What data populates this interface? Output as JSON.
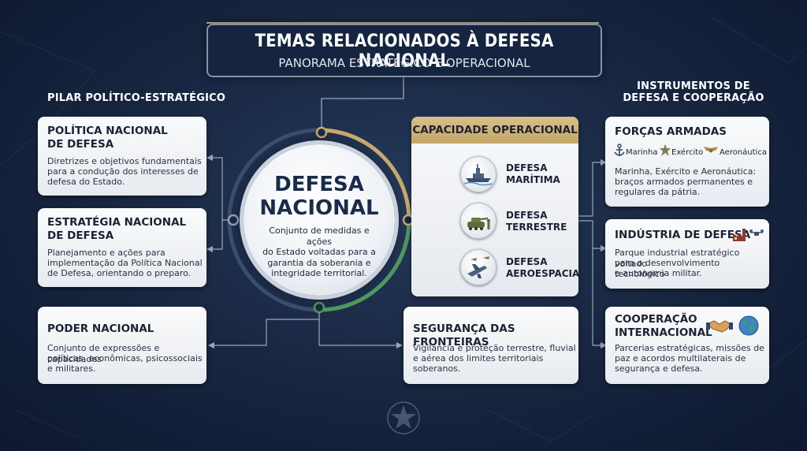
{
  "title": {
    "main": "TEMAS RELACIONADOS À DEFESA NACIONAL",
    "subtitle": "PANORAMA ESTRATÉGICO E OPERACIONAL"
  },
  "left_section": {
    "label": "PILAR POLÍTICO-ESTRATÉGICO",
    "cards": [
      {
        "title_l1": "POLÍTICA NACIONAL",
        "title_l2": "DE DEFESA",
        "text_l1": "Diretrizes e objetivos fundamentais",
        "text_l2": "para a condução dos interesses de",
        "text_l3": "defesa do Estado."
      },
      {
        "title_l1": "ESTRATÉGIA NACIONAL",
        "title_l2": "DE DEFESA",
        "text_l1": "Planejamento e ações para",
        "text_l2": "implementação da Política Nacional",
        "text_l3": "de Defesa, orientando o preparo."
      },
      {
        "title_l1": "PODER NACIONAL",
        "text_l1": "Conjunto de expressões e capacidades",
        "text_l2": "políticas, econômicas, psicossociais",
        "text_l3": "e militares."
      }
    ]
  },
  "center": {
    "title_l1": "DEFESA",
    "title_l2": "NACIONAL",
    "text_l1": "Conjunto de medidas e ações",
    "text_l2": "do Estado voltadas para a",
    "text_l3": "garantia da soberania e",
    "text_l4": "integridade territorial."
  },
  "capacidade": {
    "header": "CAPACIDADE OPERACIONAL",
    "items": [
      {
        "l1": "DEFESA",
        "l2": "MARÍTIMA",
        "icon": "warship-icon"
      },
      {
        "l1": "DEFESA",
        "l2": "TERRESTRE",
        "icon": "tank-icon"
      },
      {
        "l1": "DEFESA",
        "l2": "AEROESPACIAL",
        "icon": "fighter-jet-icon"
      }
    ]
  },
  "fronteiras": {
    "title": "SEGURANÇA DAS FRONTEIRAS",
    "text_l1": "Vigilância e proteção terrestre, fluvial",
    "text_l2": "e aérea dos limites territoriais",
    "text_l3": "soberanos."
  },
  "right_section": {
    "label_l1": "INSTRUMENTOS DE",
    "label_l2": "DEFESA E COOPERAÇÃO",
    "cards": [
      {
        "title_l1": "FORÇAS ARMADAS",
        "branches": [
          "Marinha",
          "Exército",
          "Aeronáutica"
        ],
        "text_l1": "Marinha, Exército e Aeronáutica:",
        "text_l2": "braços armados permanentes e",
        "text_l3": "regulares da pátria."
      },
      {
        "title_l1": "INDÚSTRIA DE DEFESA",
        "text_l1": "Parque industrial estratégico voltado",
        "text_l2": "para o desenvolvimento tecnológico",
        "text_l3": "e autonomia militar."
      },
      {
        "title_l1": "COOPERAÇÃO",
        "title_l2": "INTERNACIONAL",
        "text_l1": "Parcerias estratégicas, missões de",
        "text_l2": "paz e acordos multilaterais de",
        "text_l3": "segurança e defesa."
      }
    ]
  },
  "colors": {
    "gold": "#c9ab6b",
    "green": "#4e9a5e",
    "navy": "#17253f"
  }
}
